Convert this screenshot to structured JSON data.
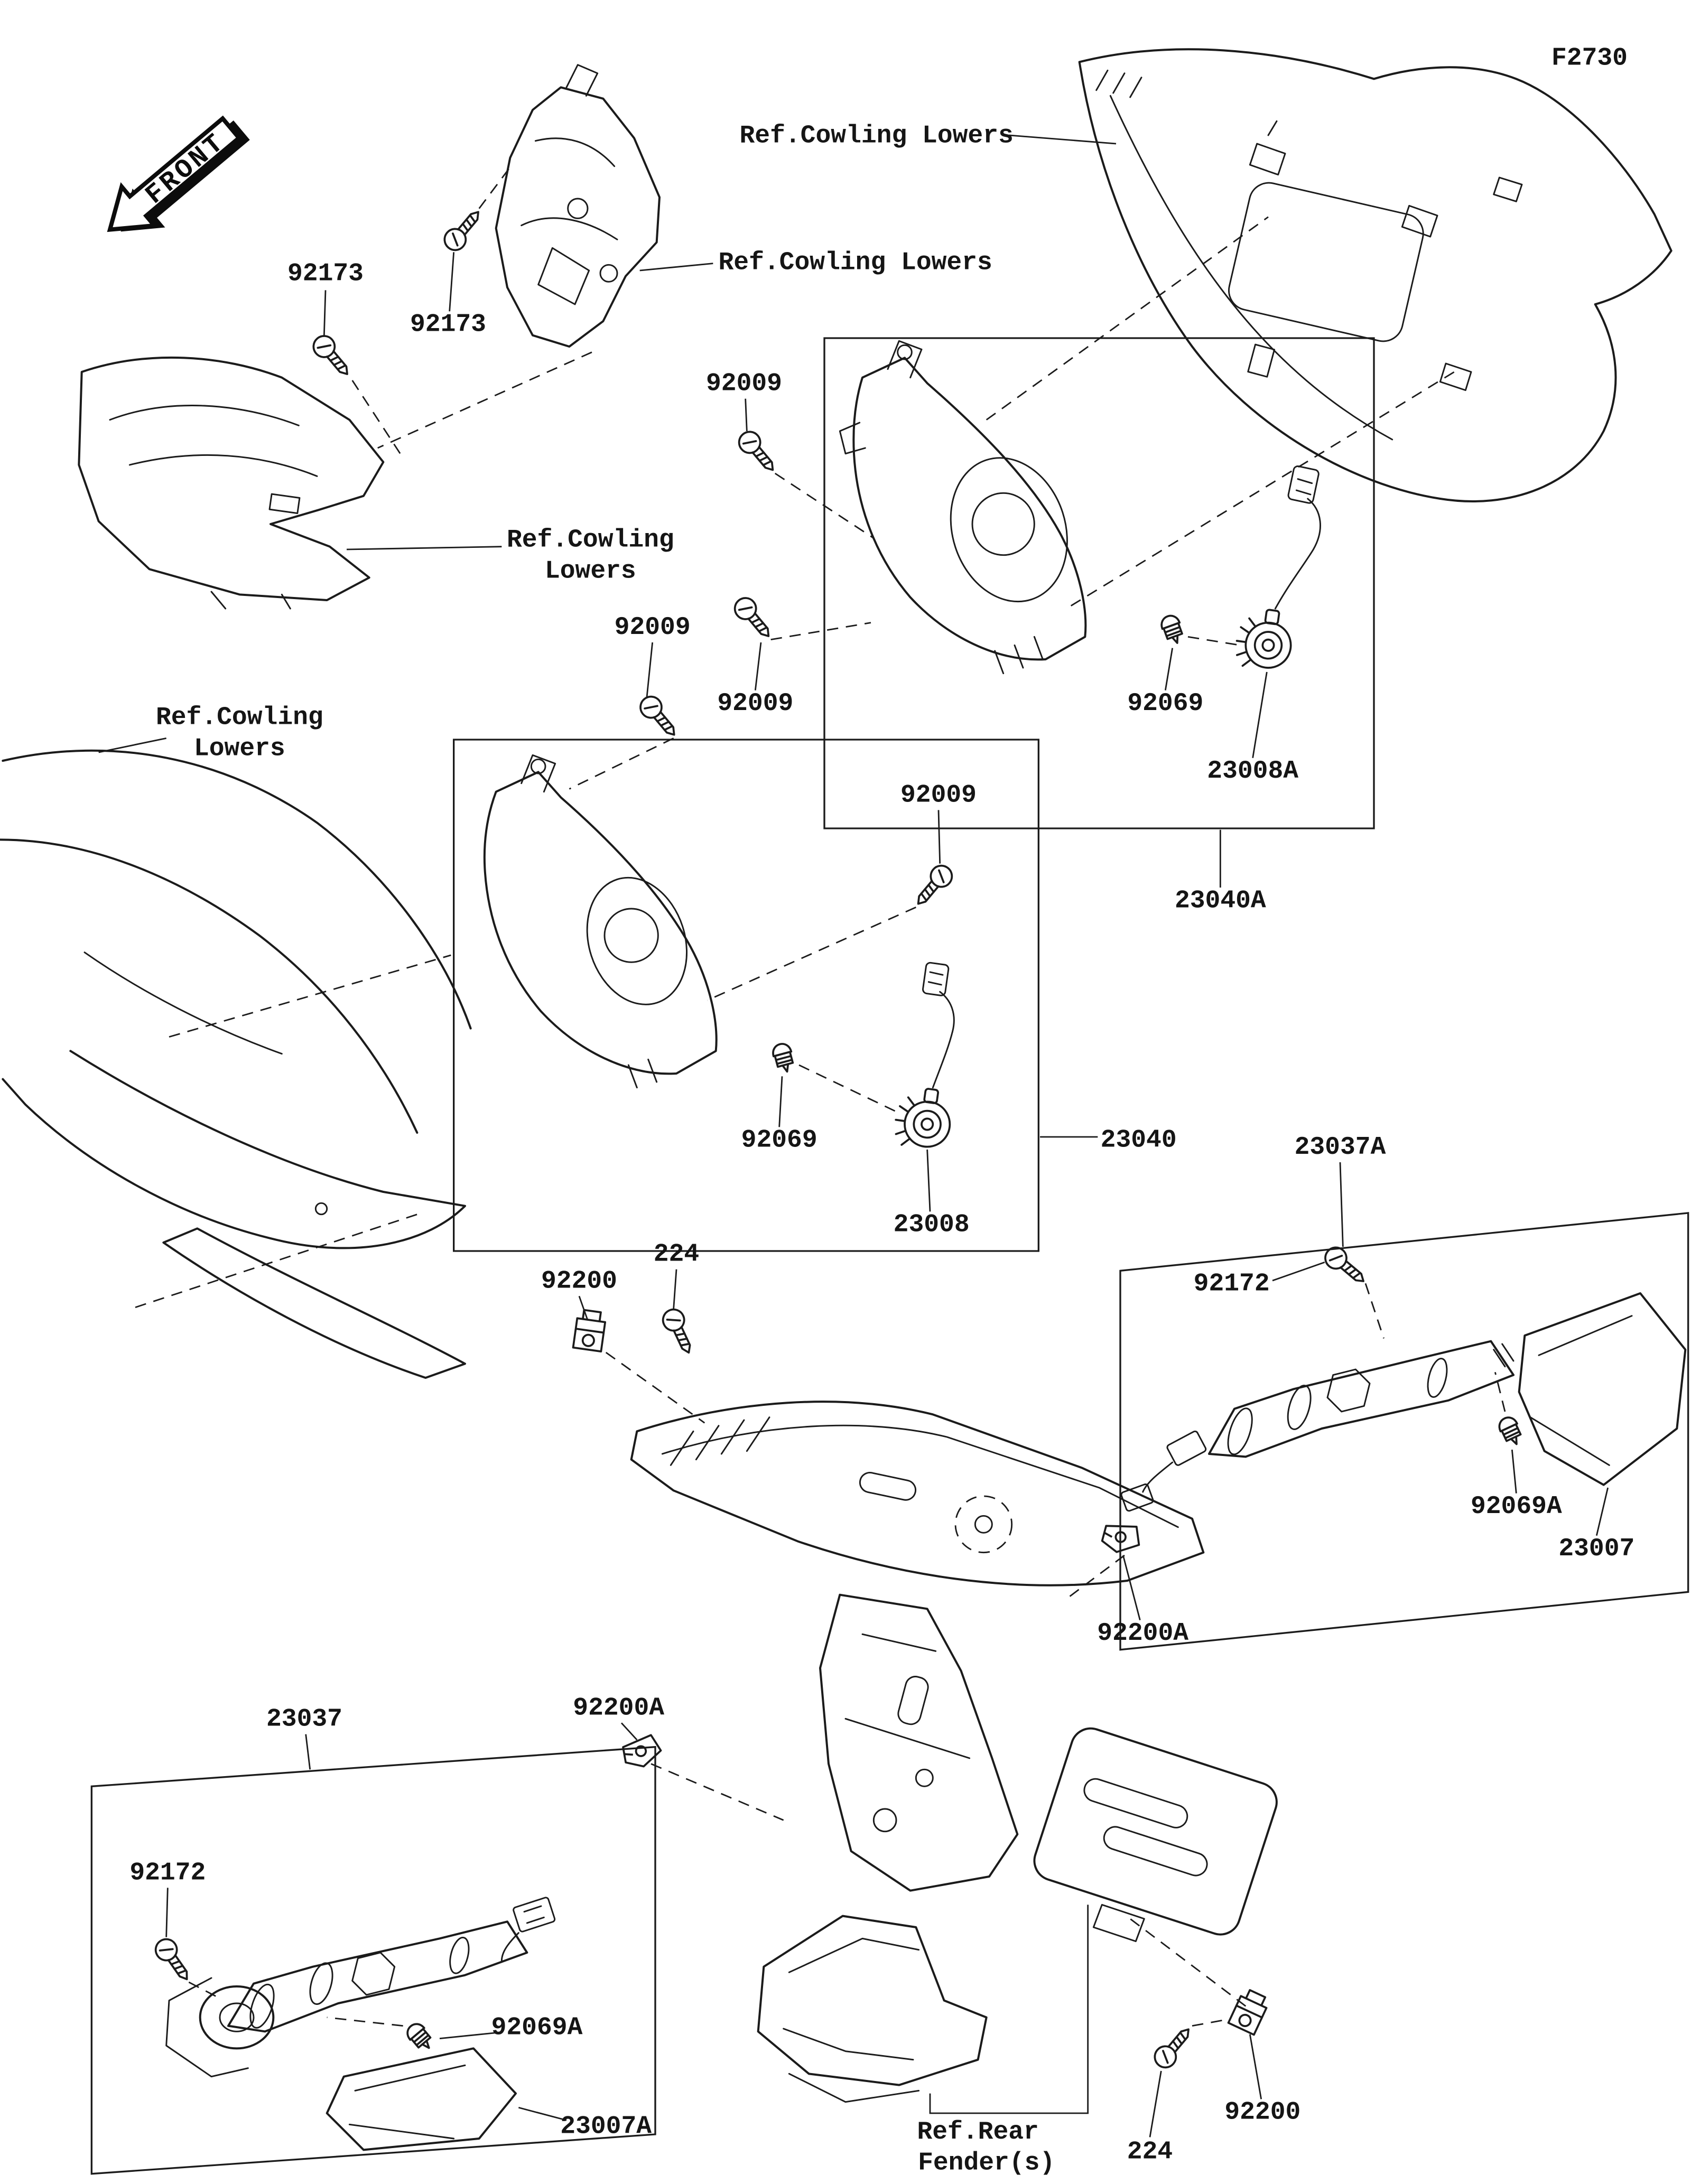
{
  "page_code": "F2730",
  "front_label": "FRONT",
  "refs": {
    "cowling_top": "Ref.Cowling Lowers",
    "cowling_bracket": "Ref.Cowling Lowers",
    "cowling_left_upper_1": "Ref.Cowling",
    "cowling_left_upper_2": "Lowers",
    "cowling_left_main_1": "Ref.Cowling",
    "cowling_left_main_2": "Lowers",
    "rear_fender_1": "Ref.Rear",
    "rear_fender_2": "Fender(s)"
  },
  "parts": {
    "screw_92173_a": "92173",
    "screw_92173_b": "92173",
    "screw_92009_a": "92009",
    "screw_92009_b": "92009",
    "screw_92009_c": "92009",
    "screw_92009_d": "92009",
    "bulb_92069_a": "92069",
    "bulb_92069_b": "92069",
    "socket_23008a": "23008A",
    "socket_23008": "23008",
    "signal_23040a": "23040A",
    "signal_23040": "23040",
    "signal_23037a": "23037A",
    "signal_23037": "23037",
    "screw_92172_a": "92172",
    "screw_92172_b": "92172",
    "bulb_92069a_a": "92069A",
    "bulb_92069a_b": "92069A",
    "lens_23007": "23007",
    "lens_23007a": "23007A",
    "clip_92200_a": "92200",
    "clip_92200_b": "92200",
    "clip_92200a_a": "92200A",
    "clip_92200a_b": "92200A",
    "screw_224_a": "224",
    "screw_224_b": "224"
  }
}
